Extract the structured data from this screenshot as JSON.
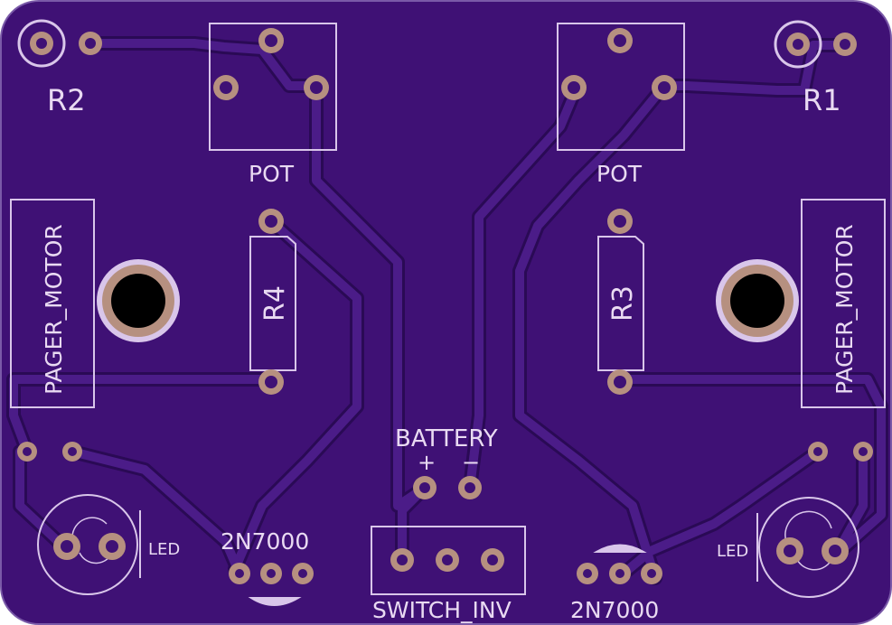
{
  "colors": {
    "board": "#3f1175",
    "board_edge": "#2a0a52",
    "trace": "#4a1a86",
    "trace_edge": "#2e0a5a",
    "silk": "#d9c6ea",
    "pad": "#b69080",
    "hole": "#000000"
  },
  "labels": {
    "r2": "R2",
    "r1": "R1",
    "pot_left": "POT",
    "pot_right": "POT",
    "r4": "R4",
    "r3": "R3",
    "pager_motor_left": "PAGER_MOTOR",
    "pager_motor_right": "PAGER_MOTOR",
    "battery": "BATTERY",
    "battery_plus": "+",
    "battery_minus": "−",
    "transistor_left": "2N7000",
    "transistor_right": "2N7000",
    "switch": "SWITCH_INV",
    "led_left": "LED",
    "led_right": "LED"
  }
}
